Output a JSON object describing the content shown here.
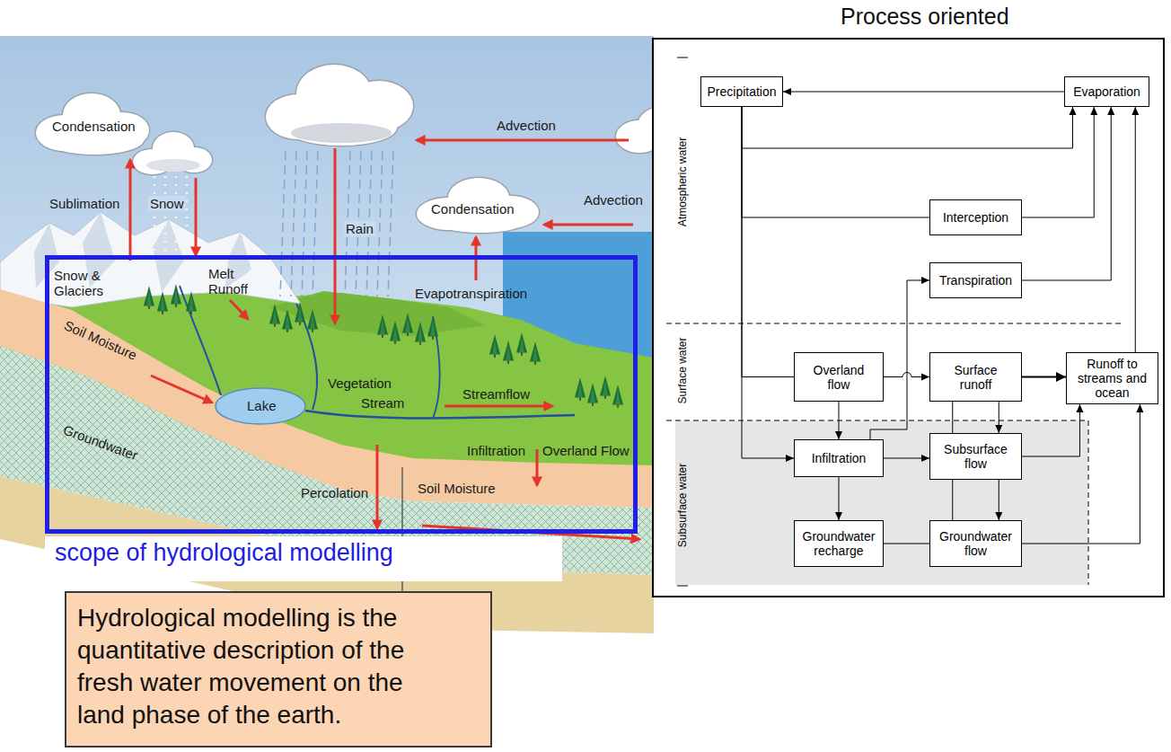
{
  "diagram": {
    "nodes": [
      {
        "text": [
          "Process oriented"
        ]
      },
      {
        "text": [
          "Precipitation"
        ],
        "in": 0
      },
      {
        "text": [
          "Evaporation"
        ],
        "in": 0
      },
      {
        "text": [
          "Interception"
        ],
        "in": 0
      },
      {
        "text": [
          "Transpiration"
        ],
        "in": 0
      },
      {
        "text": [
          "Overland flow"
        ],
        "in": 0
      },
      {
        "text": [
          "Surface runoff"
        ],
        "in": 0
      },
      {
        "text": [
          "Runoff to streams and ocean"
        ],
        "in": 0
      },
      {
        "text": [
          "Infiltration"
        ],
        "in": 0
      },
      {
        "text": [
          "Subsurface flow"
        ],
        "in": 0
      },
      {
        "text": [
          "Groundwater recharge"
        ],
        "in": 0
      },
      {
        "text": [
          "Groundwater flow"
        ],
        "in": 0
      },
      {
        "text": [
          "scope of hydrological modelling"
        ]
      },
      {
        "text": [
          "Hydrological modelling is the quantitative description of the fresh water movement on the land phase of the earth."
        ]
      }
    ],
    "edges": [
      {
        "from": 2,
        "to": 1,
        "arrow": "to"
      },
      {
        "from": 1,
        "to": 2,
        "arrow": "to"
      },
      {
        "from": 1,
        "to": 3,
        "arrow": "none"
      },
      {
        "from": 1,
        "to": 5,
        "arrow": "none"
      },
      {
        "from": 1,
        "to": 8,
        "arrow": "to"
      },
      {
        "from": 3,
        "to": 2,
        "arrow": "to"
      },
      {
        "from": 4,
        "to": 2,
        "arrow": "to"
      },
      {
        "from": 8,
        "to": 4,
        "arrow": "to"
      },
      {
        "from": 5,
        "to": 6,
        "arrow": "to"
      },
      {
        "from": 5,
        "to": 8,
        "arrow": "to"
      },
      {
        "from": 6,
        "to": 7,
        "arrow": "to"
      },
      {
        "from": 6,
        "to": 9,
        "arrow": "to"
      },
      {
        "from": 6,
        "to": 9,
        "arrow": "none"
      },
      {
        "from": 8,
        "to": 9,
        "arrow": "to"
      },
      {
        "from": 8,
        "to": 10,
        "arrow": "to"
      },
      {
        "from": 9,
        "to": 7,
        "arrow": "to"
      },
      {
        "from": 9,
        "to": 11,
        "arrow": "to"
      },
      {
        "from": 9,
        "to": 11,
        "arrow": "none"
      },
      {
        "from": 10,
        "to": 11,
        "arrow": "none"
      },
      {
        "from": 11,
        "to": 7,
        "arrow": "to"
      },
      {
        "from": 7,
        "to": 2,
        "arrow": "to"
      }
    ],
    "labels": [
      "Condensation",
      "Advection",
      "Sublimation",
      "Snow",
      "Condensation",
      "Advection",
      "Rain",
      "Snow & Glaciers",
      "Melt Runoff",
      "Evapotranspiration",
      "Soil Moisture",
      "Vegetation",
      "Lake",
      "Stream",
      "Streamflow",
      "Groundwater",
      "Infiltration",
      "Overland Flow",
      "Percolation",
      "Soil Moisture",
      "Atmospheric water",
      "Surface water",
      "Subsurface water"
    ]
  }
}
